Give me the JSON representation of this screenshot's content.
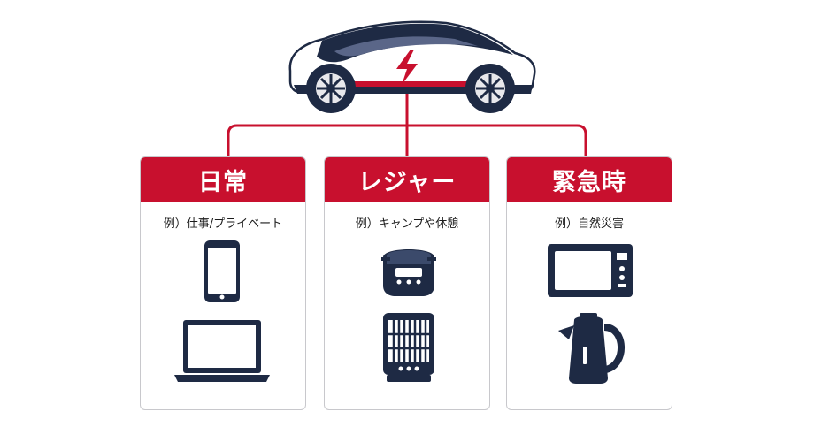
{
  "colors": {
    "accent": "#c8102e",
    "navy": "#1e2a44",
    "border": "#c8c8cc"
  },
  "car": {
    "icon": "electric-car-icon",
    "badge_icon": "lightning-bolt-icon"
  },
  "cards": [
    {
      "title": "日常",
      "example": "例）仕事/プライベート",
      "icons": [
        "smartphone-icon",
        "laptop-icon"
      ]
    },
    {
      "title": "レジャー",
      "example": "例）キャンプや休憩",
      "icons": [
        "rice-cooker-icon",
        "electric-heater-icon"
      ]
    },
    {
      "title": "緊急時",
      "example": "例）自然災害",
      "icons": [
        "microwave-icon",
        "electric-kettle-icon"
      ]
    }
  ]
}
